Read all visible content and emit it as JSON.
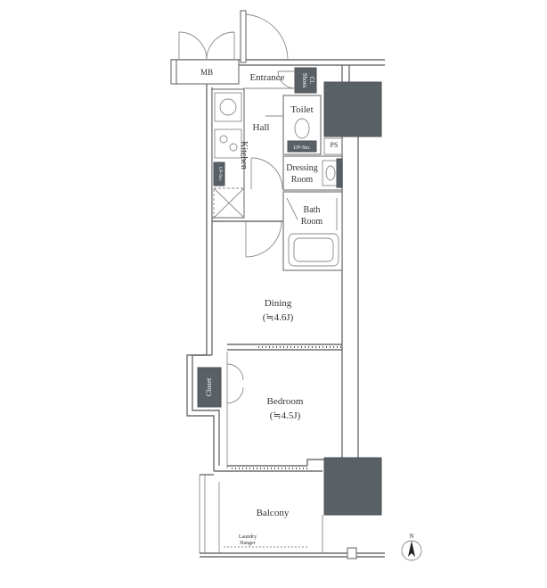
{
  "rooms": {
    "mb": "MB",
    "entrance": "Entrance",
    "shoes_line1": "Shoes",
    "shoes_line2": "Cl.",
    "toilet": "Toilet",
    "hall": "Hall",
    "kitchen": "Kitchen",
    "ps": "PS",
    "up_sto_toilet": "UP-Sto.",
    "up_sto_kitchen": "UP-Sto.",
    "dressing_line1": "Dressing",
    "dressing_line2": "Room",
    "bath_line1": "Bath",
    "bath_line2": "Room",
    "dining": "Dining",
    "dining_size": "(≒4.6J)",
    "closet": "Closet",
    "bedroom": "Bedroom",
    "bedroom_size": "(≒4.5J)",
    "balcony": "Balcony",
    "laundry_line1": "Laundry",
    "laundry_line2": "Hanger"
  },
  "compass": {
    "label": "N"
  },
  "colors": {
    "dark_fill": "#5a6166",
    "wall": "#6f6f6f"
  }
}
